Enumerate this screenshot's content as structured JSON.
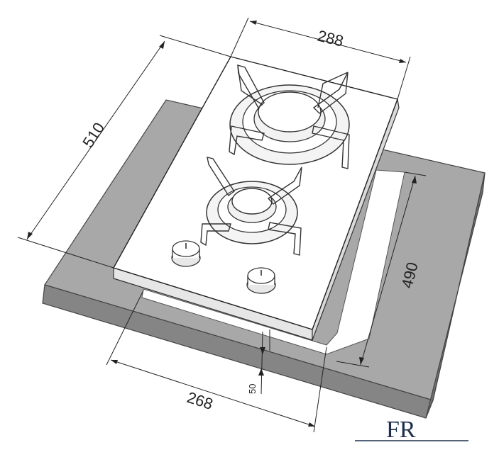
{
  "diagram": {
    "subject": "Built-in two-burner gas hob installation diagram",
    "dimensions": {
      "width": "288",
      "depth": "510",
      "cutout_width": "268",
      "cutout_depth": "490",
      "height": "50"
    },
    "burners": [
      "large burner",
      "small burner"
    ],
    "knobs": [
      "knob left",
      "knob right"
    ],
    "logo": "FR",
    "colors": {
      "countertop_top": "#a8a8a8",
      "countertop_edge": "#7a7a7a",
      "hob_glass": "#ffffff",
      "line": "#222222",
      "logo": "#1c2e4a"
    }
  }
}
